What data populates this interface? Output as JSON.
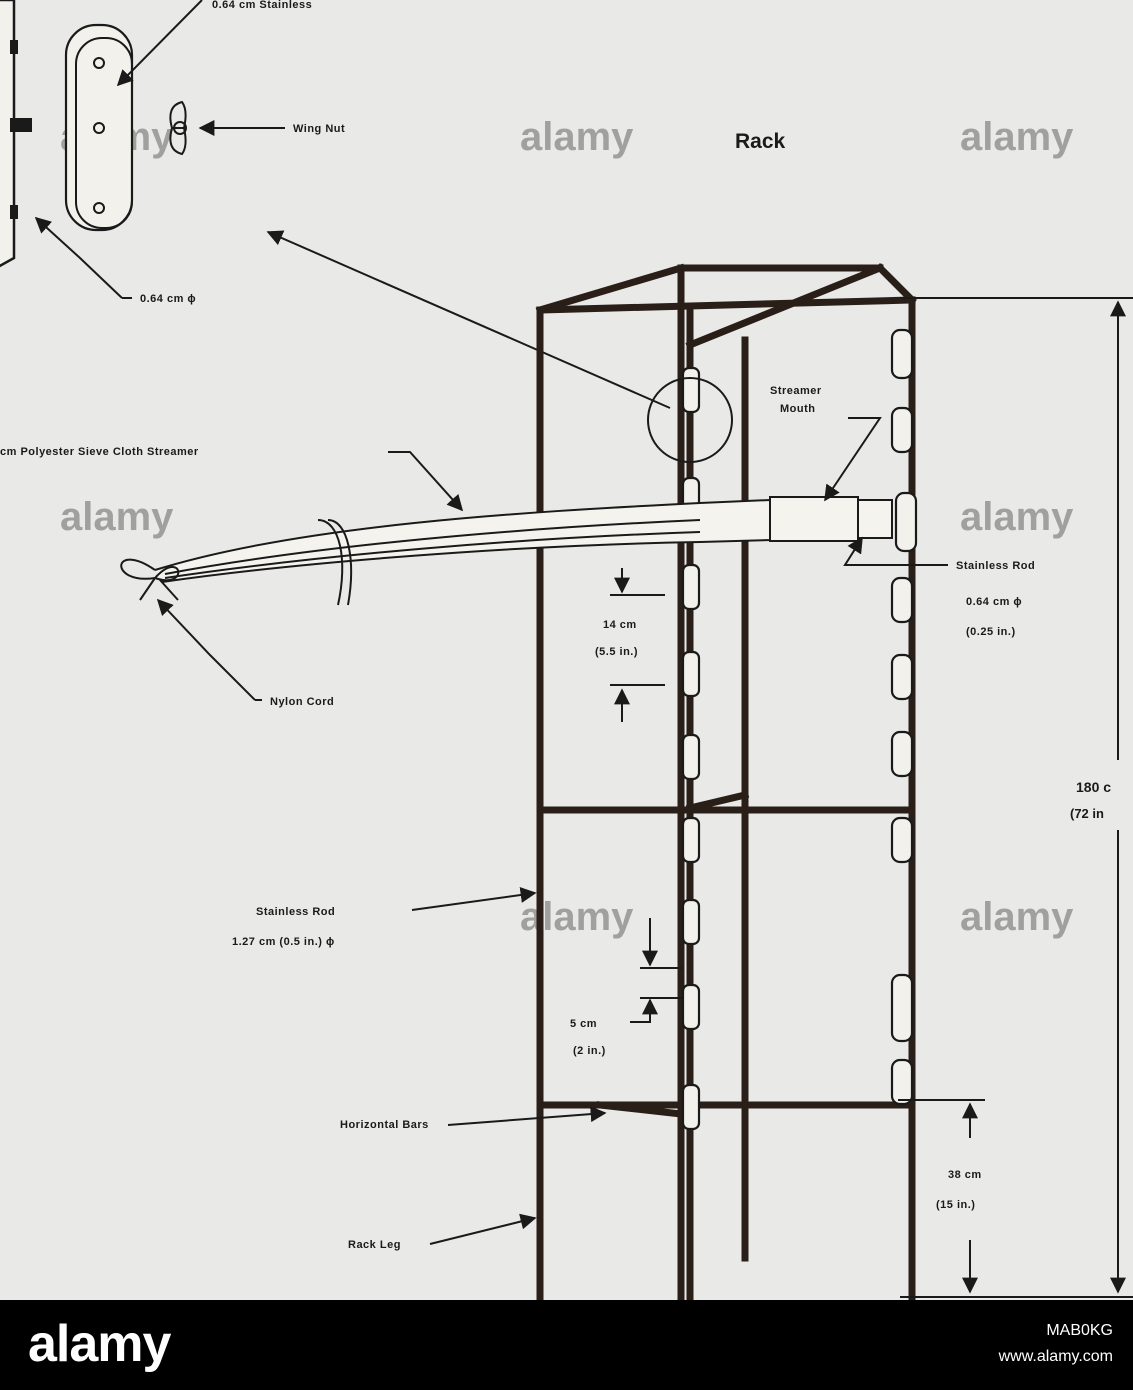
{
  "diagram": {
    "title": "Rack",
    "labels": {
      "stainless_top": "0.64 cm Stainless",
      "wing_nut": "Wing Nut",
      "diameter_small": "0.64 cm ϕ",
      "streamer": "cm Polyester Sieve Cloth Streamer",
      "streamer_mouth_1": "Streamer",
      "streamer_mouth_2": "Mouth",
      "stainless_rod_right_1": "Stainless Rod",
      "stainless_rod_right_2": "0.64 cm ϕ",
      "stainless_rod_right_3": "(0.25 in.)",
      "nylon_cord": "Nylon Cord",
      "dim_14_cm": "14 cm",
      "dim_14_in": "(5.5 in.)",
      "height_cm": "180 c",
      "height_in": "(72 in",
      "stainless_rod_left_1": "Stainless Rod",
      "stainless_rod_left_2": "1.27 cm (0.5 in.) ϕ",
      "dim_5_cm": "5 cm",
      "dim_5_in": "(2 in.)",
      "horizontal_bars": "Horizontal Bars",
      "dim_38_cm": "38 cm",
      "dim_38_in": "(15 in.)",
      "rack_leg": "Rack Leg"
    }
  },
  "watermark": "alamy",
  "footer": {
    "logo": "alamy",
    "image_id": "MAB0KG",
    "url": "www.alamy.com"
  }
}
